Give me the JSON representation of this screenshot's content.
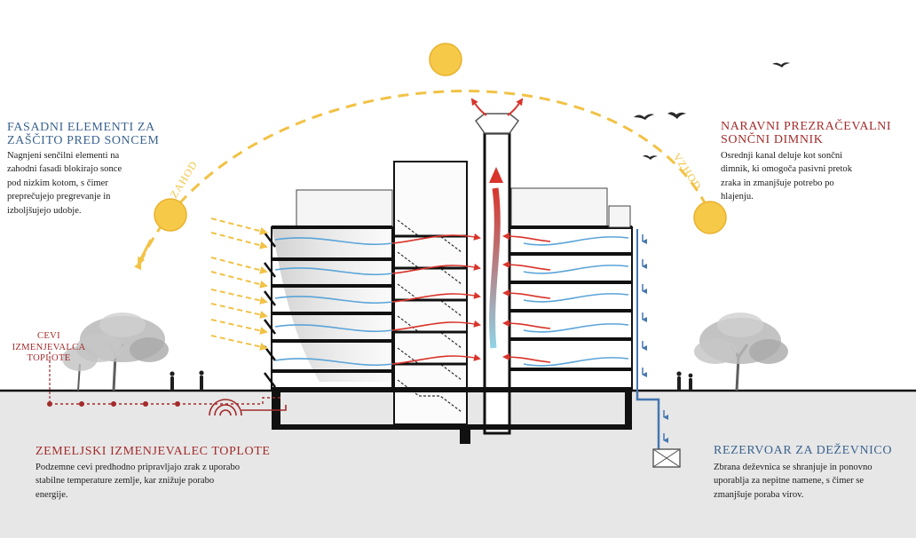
{
  "labels": {
    "facade": {
      "title": [
        "FASADNI ELEMENTI ZA",
        "ZAŠČITO PRED SONCEM"
      ],
      "text": [
        "Nagnjeni senčilni elementi na",
        "zahodni fasadi blokirajo sonce",
        "pod nizkim kotom, s čimer",
        "preprečujejo pregrevanje in",
        "izboljšujejo udobje."
      ]
    },
    "chimney": {
      "title": [
        "NARAVNI PREZRAČEVALNI",
        "SONČNI DIMNIK"
      ],
      "text": [
        "Osrednji kanal deluje kot sončni",
        "dimnik, ki omogoča pasivni pretok",
        "zraka in zmanjšuje potrebo po",
        "hlajenju."
      ]
    },
    "ground": {
      "title": [
        "ZEMELJSKI IZMENJEVALEC TOPLOTE"
      ],
      "text": [
        "Podzemne cevi predhodno pripravljajo zrak z uporabo",
        "stabilne temperature zemlje, kar znižuje porabo",
        "energije."
      ]
    },
    "reservoir": {
      "title": [
        "REZERVOAR ZA DEŽEVNICO"
      ],
      "text": [
        "Zbrana deževnica se shranjuje in ponovno",
        "uporablja za nepitne namene, s čimer se",
        "zmanjšuje poraba virov."
      ]
    },
    "pipes": {
      "title": [
        "CEVI",
        "IZMENJEVALCA",
        "TOPLOTE"
      ]
    },
    "sun_path": {
      "west": "ZAHOD",
      "east": "VZHOD"
    }
  },
  "colors": {
    "title_blue": "#3b6390",
    "title_red": "#a32b2b",
    "sun": "#f7c948",
    "sun_path": "#f2c245",
    "warm_air": "#d8342b",
    "cool_air": "#5aa4d8",
    "rainwater": "#4576b0",
    "ground": "#e7e7e7",
    "structure": "#111111"
  }
}
